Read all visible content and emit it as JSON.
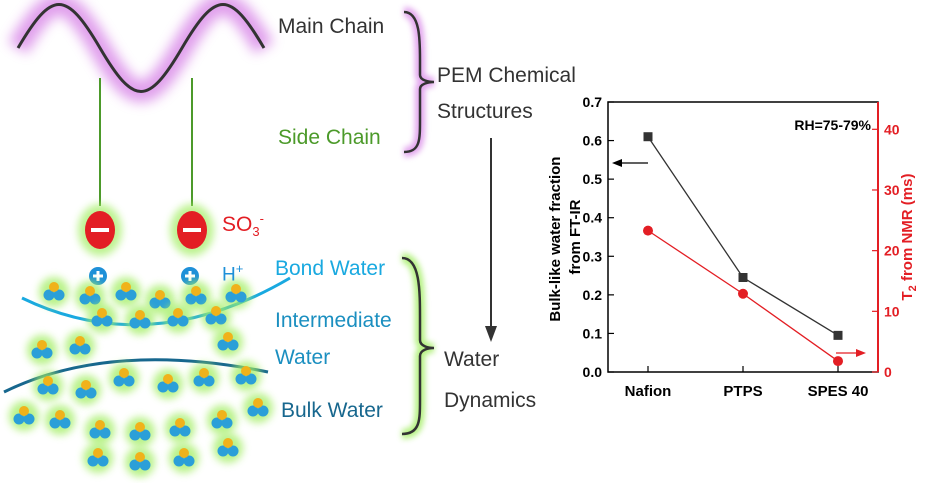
{
  "colors": {
    "main_chain": "#333333",
    "side_chain": "#4c9a2a",
    "sulfonate": "#e31e24",
    "proton": "#1e90d8",
    "bond_water": "#19a9e0",
    "intermediate_water": "#1b8fc0",
    "bulk_water": "#17678e",
    "series_ftir": "#333333",
    "series_nmr": "#e31e24",
    "glow_purple": "#d67fe6",
    "glow_green": "#a3ee64"
  },
  "schematic": {
    "main_chain": "Main Chain",
    "side_chain": "Side Chain",
    "sulfonate": "SO",
    "sulfonate_sub": "3",
    "sulfonate_sup": "-",
    "proton": "H",
    "proton_sup": "+",
    "bond_water": "Bond Water",
    "intermediate_water_1": "Intermediate",
    "intermediate_water_2": "Water",
    "bulk_water": "Bulk Water",
    "pem_line1": "PEM Chemical",
    "pem_line2": "Structures",
    "water_line1": "Water",
    "water_line2": "Dynamics",
    "icons": [
      "negative-charge-icon",
      "proton-plus-icon",
      "water-molecule-icon",
      "down-arrow-icon",
      "brace-icon"
    ]
  },
  "chart_data": {
    "type": "line",
    "categories": [
      "Nafion",
      "PTPS",
      "SPES 40"
    ],
    "annotation": "RH=75-79%",
    "left_axis": {
      "label_line1": "Bulk-like water fraction",
      "label_line2": "from FT-IR",
      "ylim": [
        0,
        0.7
      ],
      "ticks": [
        "0.0",
        "0.1",
        "0.2",
        "0.3",
        "0.4",
        "0.5",
        "0.6",
        "0.7"
      ]
    },
    "right_axis": {
      "label": "T",
      "label_sub": "2",
      "label_rest": " from NMR (ms)",
      "ylim": [
        0,
        44.5
      ],
      "ticks": [
        "0",
        "10",
        "20",
        "30",
        "40"
      ]
    },
    "series": [
      {
        "axis": "left",
        "marker": "square",
        "values": [
          0.61,
          0.245,
          0.095
        ]
      },
      {
        "axis": "right",
        "marker": "circle",
        "values": [
          23.3,
          12.9,
          1.8
        ]
      }
    ]
  }
}
